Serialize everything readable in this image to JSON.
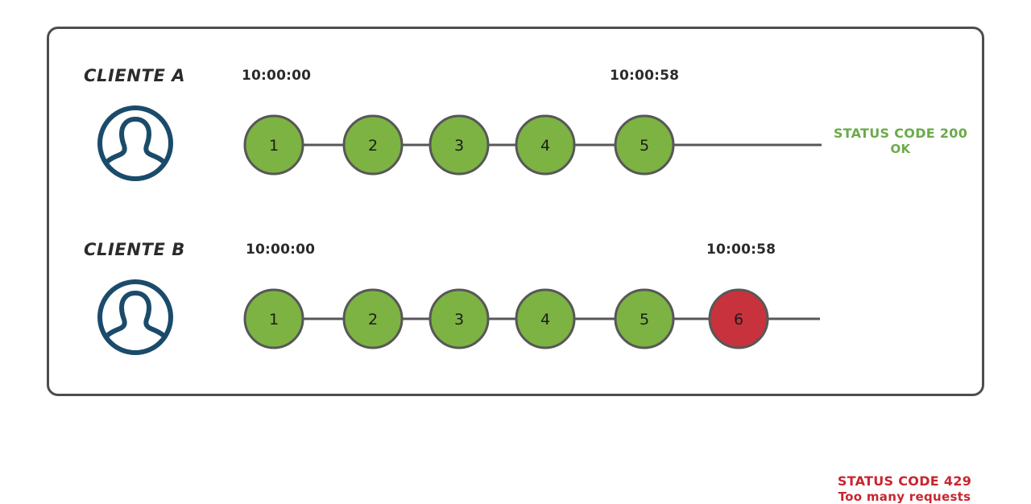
{
  "diagram": {
    "title_hidden": "",
    "colors": {
      "frame_border": "#4d4d4d",
      "node_green": "#7cb342",
      "node_red": "#c8323c",
      "node_stroke": "#575757",
      "avatar_navy": "#1b4b6b",
      "status_ok_green": "#6aab4a",
      "status_error_red": "#c9252f",
      "text_dark": "#2b2b2b"
    },
    "rows": [
      {
        "id": "client-a",
        "client_label": "CLIENTE A",
        "avatar_icon": "user-avatar-icon",
        "start_timestamp": "10:00:00",
        "end_timestamp": "10:00:58",
        "nodes": [
          {
            "label": "1",
            "state": "ok"
          },
          {
            "label": "2",
            "state": "ok"
          },
          {
            "label": "3",
            "state": "ok"
          },
          {
            "label": "4",
            "state": "ok"
          },
          {
            "label": "5",
            "state": "ok"
          }
        ],
        "status": {
          "code_line": "STATUS CODE 200",
          "message_line": "OK",
          "state": "ok"
        }
      },
      {
        "id": "client-b",
        "client_label": "CLIENTE B",
        "avatar_icon": "user-avatar-icon",
        "start_timestamp": "10:00:00",
        "end_timestamp": "10:00:58",
        "nodes": [
          {
            "label": "1",
            "state": "ok"
          },
          {
            "label": "2",
            "state": "ok"
          },
          {
            "label": "3",
            "state": "ok"
          },
          {
            "label": "4",
            "state": "ok"
          },
          {
            "label": "5",
            "state": "ok"
          },
          {
            "label": "6",
            "state": "error"
          }
        ],
        "status": {
          "code_line": "STATUS CODE 429",
          "message_line": "Too many requests",
          "state": "error"
        }
      }
    ]
  }
}
